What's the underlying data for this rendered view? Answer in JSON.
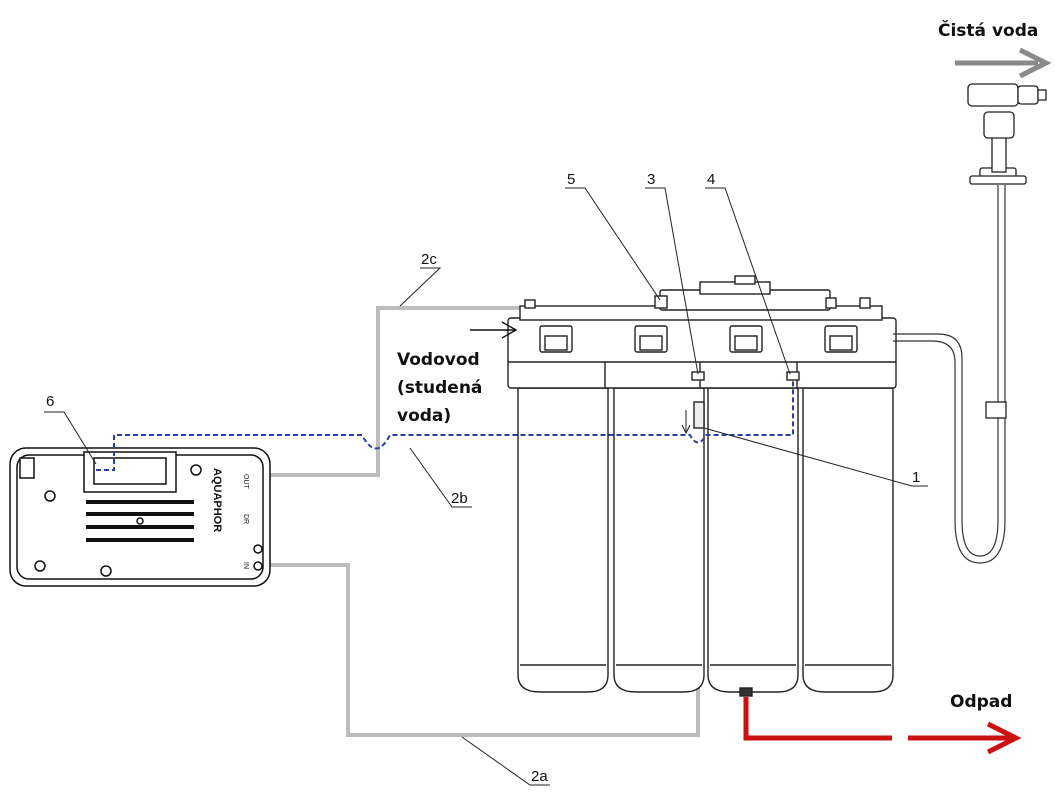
{
  "labels": {
    "clean_water": "Čistá voda",
    "water_supply_line1": "Vodovod",
    "water_supply_line2": "(studená",
    "water_supply_line3": "voda)",
    "waste": "Odpad",
    "callout_1": "1",
    "callout_2a": "2a",
    "callout_2b": "2b",
    "callout_2c": "2c",
    "callout_3": "3",
    "callout_4": "4",
    "callout_5": "5",
    "callout_6": "6"
  },
  "device": {
    "brand": "AQUAPHOR",
    "port_out": "OUT",
    "port_dr": "DR",
    "port_in": "IN"
  },
  "colors": {
    "waste_arrow": "#cc1111",
    "clean_arrow": "#8a8a8a",
    "tube": "#bdbdbd",
    "dashed_line": "#2b3fa8"
  }
}
